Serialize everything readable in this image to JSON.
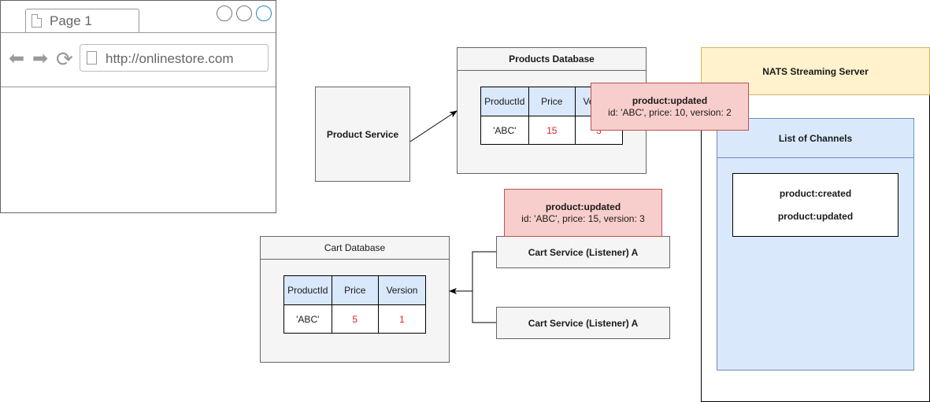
{
  "browser": {
    "tab_label": "Page 1",
    "url": "http://onlinestore.com",
    "back_icon": "back-arrow-icon",
    "forward_icon": "forward-arrow-icon",
    "refresh_icon": "refresh-icon"
  },
  "product_service": {
    "label": "Product Service"
  },
  "products_db": {
    "title": "Products Database",
    "headers": [
      "ProductId",
      "Price",
      "Version"
    ],
    "row": [
      "'ABC'",
      "15",
      "3"
    ]
  },
  "event_top": {
    "title": "product:updated",
    "detail": "id: 'ABC', price: 10, version: 2"
  },
  "event_mid": {
    "title": "product:updated",
    "detail": "id: 'ABC', price: 15, version: 3"
  },
  "cart_db": {
    "title": "Cart Database",
    "headers": [
      "ProductId",
      "Price",
      "Version"
    ],
    "row": [
      "'ABC'",
      "5",
      "1"
    ]
  },
  "listener_a": {
    "label": "Cart Service (Listener) A"
  },
  "listener_b": {
    "label": "Cart Service (Listener) A"
  },
  "nats": {
    "title": "NATS Streaming Server",
    "channels_title": "List of Channels",
    "channels": [
      "product:created",
      "product:updated"
    ]
  },
  "colors": {
    "event_fill": "#f8cecc",
    "header_fill": "#dae8fc",
    "nats_head_fill": "#fff2cc",
    "changed_value": "#e52222"
  }
}
